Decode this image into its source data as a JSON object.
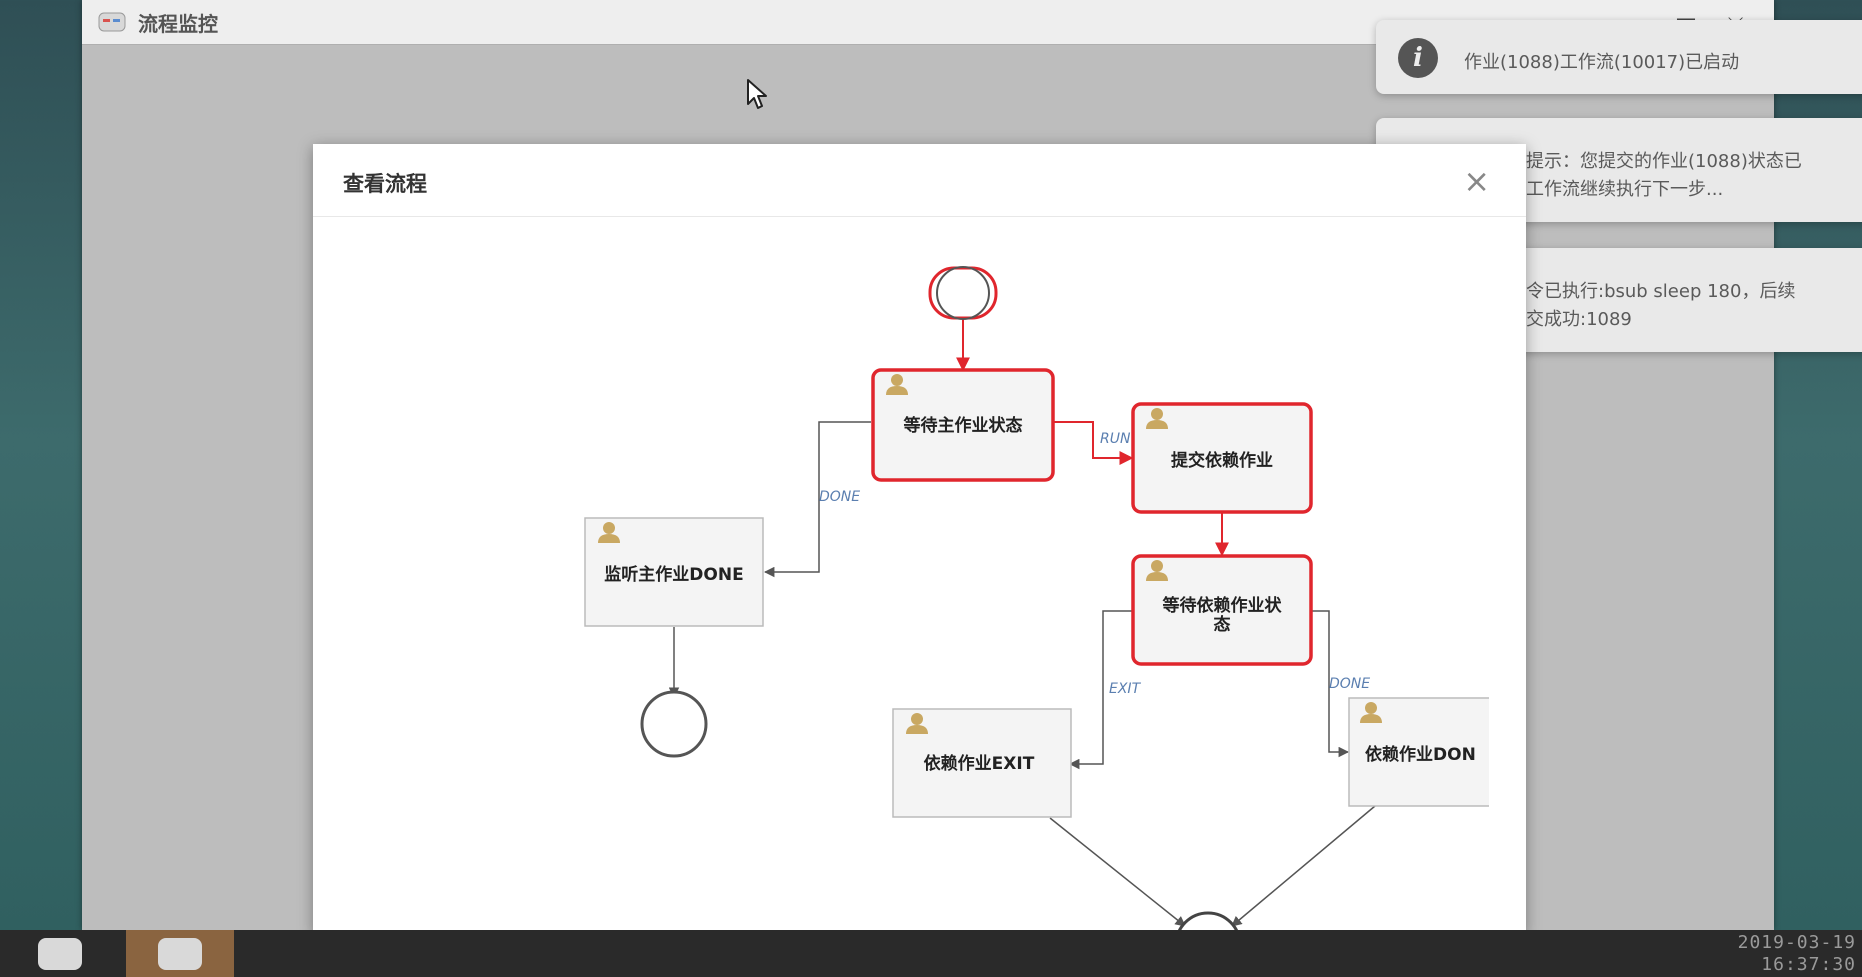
{
  "app": {
    "title": "流程监控",
    "min_glyph": "—",
    "max_glyph": "⌵"
  },
  "toasts": [
    {
      "lines": [
        "作业(1088)工作流(10017)已启动"
      ]
    },
    {
      "lines": [
        "提示：您提交的作业(1088)状态已",
        "工作流继续执行下一步..."
      ]
    },
    {
      "lines": [
        "令已执行:bsub sleep 180，后续",
        "交成功:1089"
      ]
    }
  ],
  "dialog": {
    "title": "查看流程",
    "close_glyph": "×"
  },
  "flow": {
    "nodes": {
      "wait_main": "等待主作业状态",
      "submit_dep": "提交依赖作业",
      "listen_main_done": "监听主作业DONE",
      "wait_dep_line1": "等待依赖作业状",
      "wait_dep_line2": "态",
      "dep_exit": "依赖作业EXIT",
      "dep_done": "依赖作业DON"
    },
    "edges": {
      "run": "RUN",
      "done_main": "DONE",
      "exit_dep": "EXIT",
      "done_dep": "DONE"
    }
  },
  "colors": {
    "active_border": "#e0262d",
    "node_fill": "#f4f4f4",
    "user_icon": "#c9a862",
    "edge_label": "#5b7fb0"
  },
  "taskbar": {
    "date": "2019-03-19",
    "time": "16:37:30"
  }
}
